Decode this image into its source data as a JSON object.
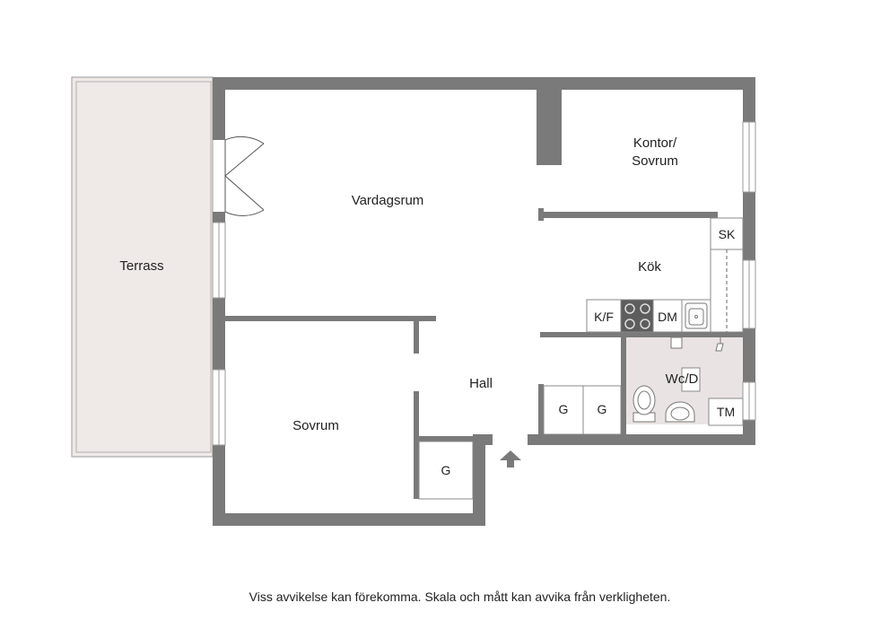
{
  "colors": {
    "wall": "#7a7a7b",
    "terrace": "#efe9e7",
    "wc": "#e9e4e3",
    "line": "#9a9a9a",
    "text": "#222222"
  },
  "rooms": {
    "terrace": "Terrass",
    "living": "Vardagsrum",
    "office_line1": "Kontor/",
    "office_line2": "Sovrum",
    "kitchen": "Kök",
    "hall": "Hall",
    "bedroom": "Sovrum",
    "wc": "Wc/D"
  },
  "fixtures": {
    "fridge": "K/F",
    "dishwasher": "DM",
    "closet": "SK",
    "washer": "TM",
    "wardrobe": "G"
  },
  "icons": [
    "stove-icon",
    "sink-icon",
    "toilet-icon",
    "washbasin-icon",
    "shower-icon",
    "entrance-arrow-icon"
  ],
  "disclaimer": "Viss avvikelse kan förekomma. Skala och mått kan avvika från verkligheten."
}
